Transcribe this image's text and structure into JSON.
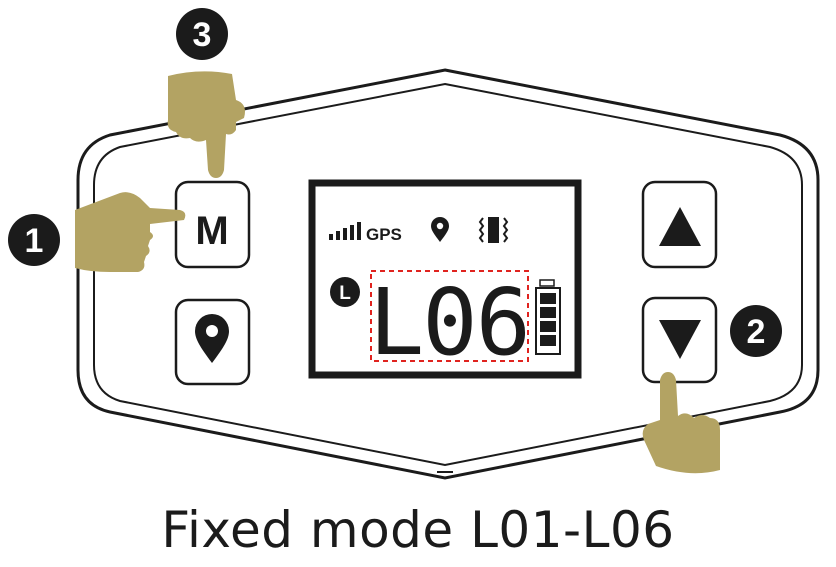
{
  "display": {
    "signal_label": "GPS",
    "mode_letter": "L",
    "level_value": "L06",
    "battery_bars": 4
  },
  "buttons": {
    "mode_label": "M",
    "location_icon": "map-pin-icon",
    "up_icon": "triangle-up-icon",
    "down_icon": "triangle-down-icon"
  },
  "steps": [
    "1",
    "2",
    "3"
  ],
  "caption": "Fixed mode L01-L06",
  "colors": {
    "outline": "#1b1b1b",
    "hand": "#b3a363",
    "lcd_highlight": "#e0231f",
    "step_badge": "#1b1b1b"
  }
}
